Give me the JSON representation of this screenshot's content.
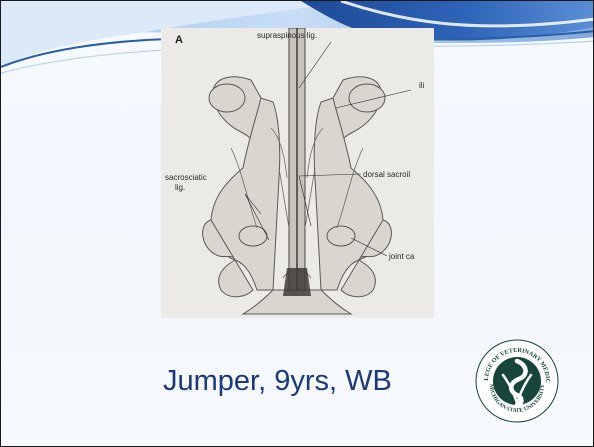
{
  "slide": {
    "caption": "Jumper, 9yrs, WB"
  },
  "figure": {
    "panel_letter": "A",
    "labels": {
      "supraspinous": "supraspinous lig.",
      "ilium": "ili",
      "sacrosciatic_line1": "sacrosciatic",
      "sacrosciatic_line2": "lig.",
      "dorsal_sacroiliac": "dorsal sacroil",
      "joint_capsule": "joint ca"
    }
  },
  "logo": {
    "alt": "College of Veterinary Medicine, Michigan State University seal",
    "text_top": "COLLEGE OF VETERINARY MEDICINE",
    "text_bottom": "MICHIGAN STATE UNIVERSITY",
    "colors": {
      "green": "#18453b",
      "white": "#ffffff"
    }
  },
  "theme": {
    "caption_color": "#1c3a78",
    "swoosh_dark": "#1f4e99",
    "swoosh_light": "#8fb9e8"
  }
}
